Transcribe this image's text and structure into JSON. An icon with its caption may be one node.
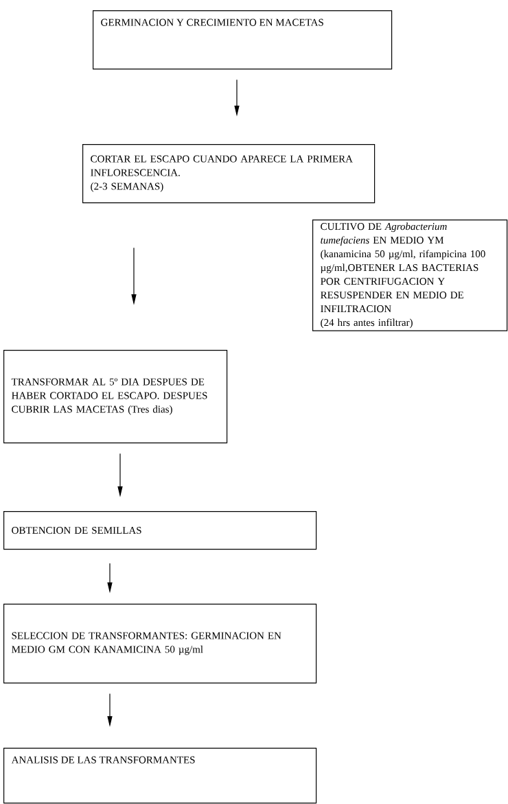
{
  "diagram": {
    "nodes": [
      {
        "text": [
          "GERMINACION Y CRECIMIENTO EN MACETAS"
        ]
      },
      {
        "text": [
          "CORTAR EL ESCAPO CUANDO APARECE LA PRIMERA INFLORESCENCIA.",
          "(2-3 SEMANAS)"
        ]
      },
      {
        "text": [
          "CULTIVO DE *Agrobacterium tumefaciens* EN MEDIO YM (kanamicina 50 µg/ml, rifampicina 100 µg/ml,OBTENER LAS BACTERIAS POR CENTRIFUGACION Y RESUSPENDER EN MEDIO DE INFILTRACION",
          "(24 hrs antes infiltrar)"
        ]
      },
      {
        "text": [
          "TRANSFORMAR AL 5º DIA DESPUES DE HABER CORTADO EL ESCAPO. DESPUES CUBRIR LAS MACETAS (Tres dias)"
        ]
      },
      {
        "text": [
          "OBTENCION DE SEMILLAS"
        ]
      },
      {
        "text": [
          "SELECCION DE TRANSFORMANTES: GERMINACION EN MEDIO GM CON KANAMICINA 50 µg/ml"
        ]
      },
      {
        "text": [
          "ANALISIS DE LAS TRANSFORMANTES"
        ]
      }
    ],
    "edges": [
      {
        "from": 0,
        "to": 1,
        "arrow": "to"
      },
      {
        "from": 1,
        "to": 3,
        "arrow": "to"
      },
      {
        "from": 3,
        "to": 4,
        "arrow": "to"
      },
      {
        "from": 4,
        "to": 5,
        "arrow": "to"
      },
      {
        "from": 5,
        "to": 6,
        "arrow": "to"
      }
    ]
  }
}
